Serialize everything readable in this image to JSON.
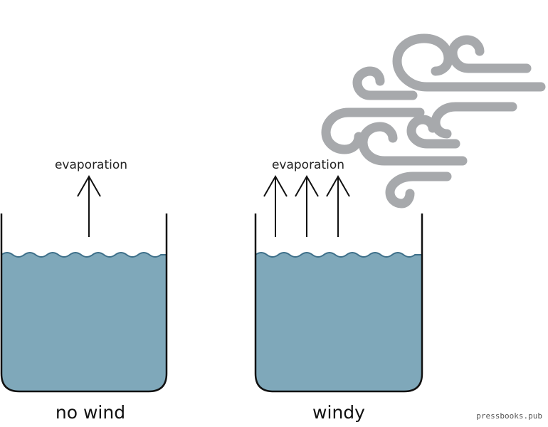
{
  "left_panel": {
    "arrow_label": "evaporation",
    "caption": "no wind",
    "arrow_count": 1
  },
  "right_panel": {
    "arrow_label": "evaporation",
    "caption": "windy",
    "arrow_count": 3
  },
  "credit": "pressbooks.pub",
  "colors": {
    "water": "#7fa8ba",
    "water_edge": "#3d6f89",
    "outline": "#111111",
    "wind": "#a7a9ac"
  },
  "icons": {
    "wind": "wind-gust-icon",
    "arrow": "arrow-up-icon"
  }
}
